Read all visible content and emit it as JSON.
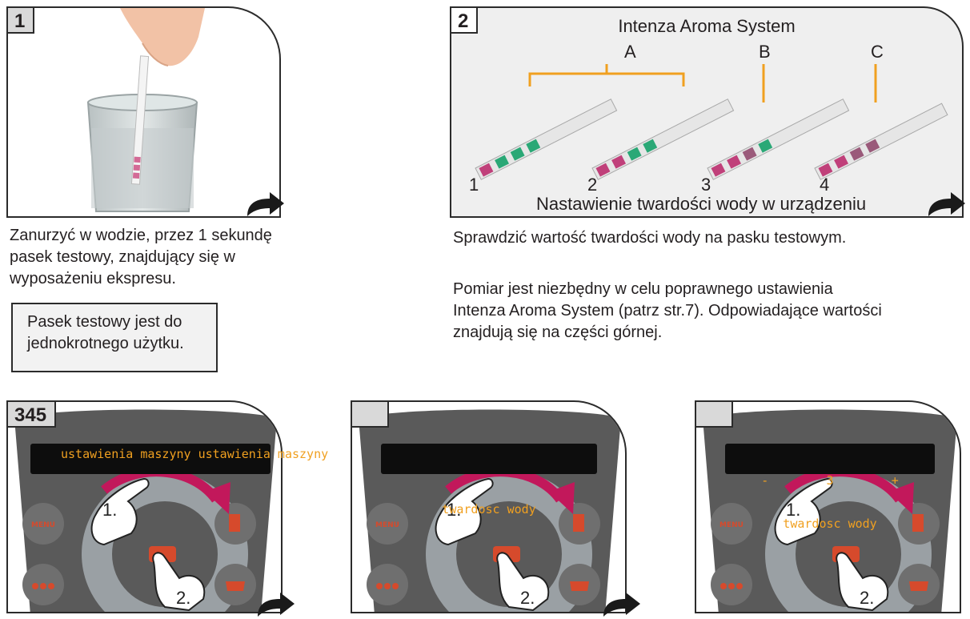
{
  "panel1": {
    "number": "1",
    "caption": "Zanurzyć w wodzie, przez 1 sekundę\npasek testowy, znajdujący się w\nwyposażeniu ekspresu.",
    "note": "Pasek testowy jest do\njednokrotnego użytku."
  },
  "panel2": {
    "number": "2",
    "title": "Intenza Aroma System",
    "letters": [
      "A",
      "B",
      "C"
    ],
    "strip_numbers": [
      "1",
      "2",
      "3",
      "4"
    ],
    "footer": "Nastawienie twardości wody w urządzeniu",
    "caption": "Sprawdzić wartość twardości wody na pasku testowym.",
    "caption2": "Pomiar jest niezbędny w celu poprawnego ustawienia\nIntenza Aroma System (patrz str.7). Odpowiadające wartości\nznajdują się na części górnej."
  },
  "panel3": {
    "number": "345",
    "display_text": "ustawienia maszyny ustawienia maszyny",
    "menu_label": "MENU",
    "step1": "1.",
    "step2": "2."
  },
  "panel4": {
    "display_line1": "",
    "display_line2": "twardosc wody",
    "menu_label": "MENU",
    "step1": "1.",
    "step2": "2."
  },
  "panel5": {
    "display_line1": "-        3        +",
    "display_line2": "twardosc wody",
    "menu_label": "MENU",
    "step1": "1.",
    "step2": "2."
  },
  "colors": {
    "display_text": "#f0a020",
    "console_body": "#5a5a5a",
    "button_red": "#d64a2c",
    "arrow_magenta": "#c2185b",
    "strip_magenta": "#c0407a",
    "strip_green": "#2aa876",
    "bracket_orange": "#f0a020"
  },
  "icons": [
    "next-arrow-icon",
    "hand-pointer-icon",
    "glass-icon",
    "test-strip-icon",
    "cup-icon",
    "beans-icon",
    "rotate-arrow-icon"
  ]
}
